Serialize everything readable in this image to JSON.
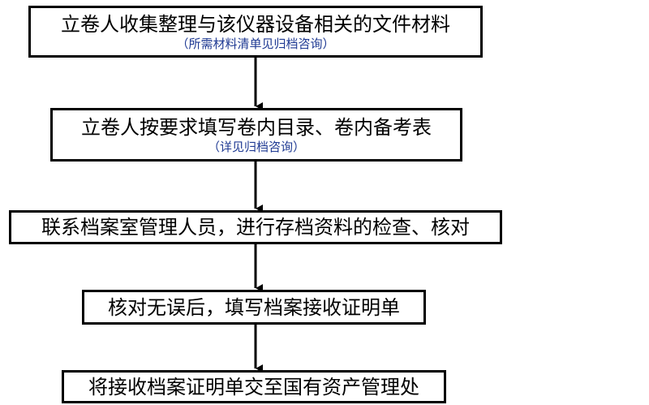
{
  "flow": {
    "colors": {
      "line": "#000000",
      "subtext": "#1f3a93",
      "background": "#ffffff"
    },
    "steps": [
      {
        "text": "立卷人收集整理与该仪器设备相关的文件材料",
        "note": "（所需材料清单见归档咨询）"
      },
      {
        "text": "立卷人按要求填写卷内目录、卷内备考表",
        "note": "（详见归档咨询）"
      },
      {
        "text": "联系档案室管理人员，进行存档资料的检查、核对"
      },
      {
        "text": "核对无误后，填写档案接收证明单"
      },
      {
        "text": "将接收档案证明单交至国有资产管理处"
      }
    ]
  }
}
